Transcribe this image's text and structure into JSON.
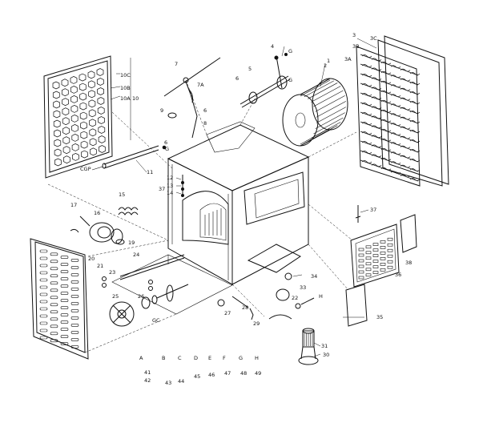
{
  "callouts": [
    {
      "id": "c1",
      "text": "1"
    },
    {
      "id": "c2",
      "text": "2"
    },
    {
      "id": "c3",
      "text": "3"
    },
    {
      "id": "c3c",
      "text": "3C"
    },
    {
      "id": "c3b",
      "text": "3B"
    },
    {
      "id": "c3a",
      "text": "3A"
    },
    {
      "id": "c4",
      "text": "4"
    },
    {
      "id": "c5",
      "text": "5"
    },
    {
      "id": "c6",
      "text": "6"
    },
    {
      "id": "c6b",
      "text": "6"
    },
    {
      "id": "c6c",
      "text": "6"
    },
    {
      "id": "c7",
      "text": "7"
    },
    {
      "id": "c7a",
      "text": "7A"
    },
    {
      "id": "c8",
      "text": "8"
    },
    {
      "id": "c9",
      "text": "9"
    },
    {
      "id": "c10",
      "text": "10"
    },
    {
      "id": "c10c",
      "text": "10C"
    },
    {
      "id": "c10b",
      "text": "10B"
    },
    {
      "id": "c10a",
      "text": "10A"
    },
    {
      "id": "c11",
      "text": "11"
    },
    {
      "id": "c12",
      "text": "12"
    },
    {
      "id": "c13",
      "text": "13"
    },
    {
      "id": "c14",
      "text": "14"
    },
    {
      "id": "c15",
      "text": "15"
    },
    {
      "id": "c16",
      "text": "16"
    },
    {
      "id": "c17",
      "text": "17"
    },
    {
      "id": "c19",
      "text": "19"
    },
    {
      "id": "c20",
      "text": "20"
    },
    {
      "id": "c21",
      "text": "21"
    },
    {
      "id": "c22",
      "text": "22"
    },
    {
      "id": "c23",
      "text": "23"
    },
    {
      "id": "c24",
      "text": "24"
    },
    {
      "id": "c25",
      "text": "25"
    },
    {
      "id": "c26",
      "text": "26"
    },
    {
      "id": "c27",
      "text": "27"
    },
    {
      "id": "c28",
      "text": "28"
    },
    {
      "id": "c29",
      "text": "29"
    },
    {
      "id": "c30",
      "text": "30"
    },
    {
      "id": "c31",
      "text": "31"
    },
    {
      "id": "c33",
      "text": "33"
    },
    {
      "id": "c34",
      "text": "34"
    },
    {
      "id": "c35",
      "text": "35"
    },
    {
      "id": "c36",
      "text": "36"
    },
    {
      "id": "c37",
      "text": "37"
    },
    {
      "id": "c37b",
      "text": "37"
    },
    {
      "id": "c38",
      "text": "38"
    },
    {
      "id": "cg",
      "text": "G"
    },
    {
      "id": "cg2",
      "text": "G"
    },
    {
      "id": "cg3",
      "text": "G"
    },
    {
      "id": "ch",
      "text": "H"
    },
    {
      "id": "ccp",
      "text": "CGP"
    },
    {
      "id": "cgc",
      "text": "GC"
    }
  ],
  "hardware": [
    {
      "letter": "A",
      "num": "41",
      "num2": "42"
    },
    {
      "letter": "B",
      "num": "43"
    },
    {
      "letter": "C",
      "num": "44"
    },
    {
      "letter": "D",
      "num": "45"
    },
    {
      "letter": "E",
      "num": "46"
    },
    {
      "letter": "F",
      "num": "47"
    },
    {
      "letter": "G",
      "num": "48"
    },
    {
      "letter": "H",
      "num": "49"
    }
  ]
}
